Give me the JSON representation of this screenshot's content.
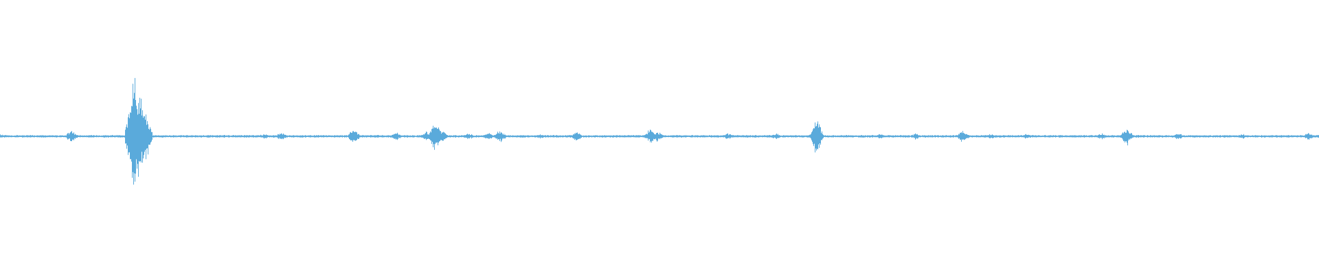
{
  "waveform": {
    "color": "#5aaadb",
    "background": "#ffffff",
    "duration_fraction_events": [
      {
        "t": 0.0,
        "amp": 0.015
      },
      {
        "t": 0.054,
        "amp": 0.05
      },
      {
        "t": 0.103,
        "amp": 0.48
      },
      {
        "t": 0.107,
        "amp": 0.3
      },
      {
        "t": 0.2,
        "amp": 0.02
      },
      {
        "t": 0.213,
        "amp": 0.035
      },
      {
        "t": 0.268,
        "amp": 0.06
      },
      {
        "t": 0.3,
        "amp": 0.03
      },
      {
        "t": 0.323,
        "amp": 0.04
      },
      {
        "t": 0.33,
        "amp": 0.13
      },
      {
        "t": 0.335,
        "amp": 0.04
      },
      {
        "t": 0.355,
        "amp": 0.025
      },
      {
        "t": 0.37,
        "amp": 0.03
      },
      {
        "t": 0.379,
        "amp": 0.05
      },
      {
        "t": 0.41,
        "amp": 0.02
      },
      {
        "t": 0.437,
        "amp": 0.035
      },
      {
        "t": 0.493,
        "amp": 0.06
      },
      {
        "t": 0.498,
        "amp": 0.04
      },
      {
        "t": 0.552,
        "amp": 0.025
      },
      {
        "t": 0.588,
        "amp": 0.025
      },
      {
        "t": 0.615,
        "amp": 0.02
      },
      {
        "t": 0.619,
        "amp": 0.15
      },
      {
        "t": 0.667,
        "amp": 0.02
      },
      {
        "t": 0.694,
        "amp": 0.025
      },
      {
        "t": 0.73,
        "amp": 0.05
      },
      {
        "t": 0.751,
        "amp": 0.02
      },
      {
        "t": 0.778,
        "amp": 0.02
      },
      {
        "t": 0.835,
        "amp": 0.025
      },
      {
        "t": 0.854,
        "amp": 0.07
      },
      {
        "t": 0.893,
        "amp": 0.025
      },
      {
        "t": 0.942,
        "amp": 0.02
      },
      {
        "t": 0.992,
        "amp": 0.03
      },
      {
        "t": 1.0,
        "amp": 0.02
      }
    ]
  }
}
